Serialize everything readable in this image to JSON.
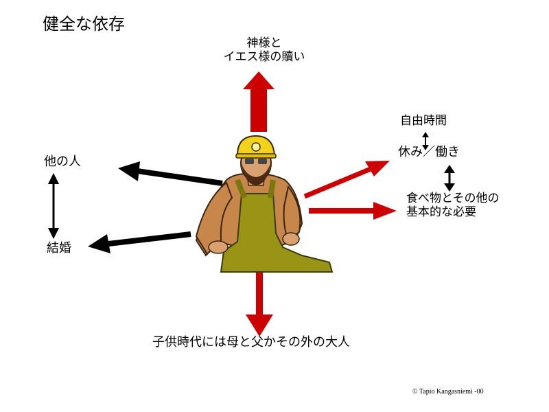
{
  "title": "健全な依存",
  "top_label": {
    "line1": "神様と",
    "line2": "イエス様の贖い"
  },
  "left": {
    "top": "他の人",
    "bottom": "結婚"
  },
  "right": {
    "top": "自由時間",
    "middle": "休み／働き",
    "bottom_line1": "食べ物とその他の",
    "bottom_line2": "基本的な必要"
  },
  "bottom_label": "子供時代には母と父かその外の大人",
  "credit": "© Tapio Kangasniemi -00",
  "colors": {
    "red_arrow": "#cc0000",
    "black_arrow": "#000000"
  }
}
